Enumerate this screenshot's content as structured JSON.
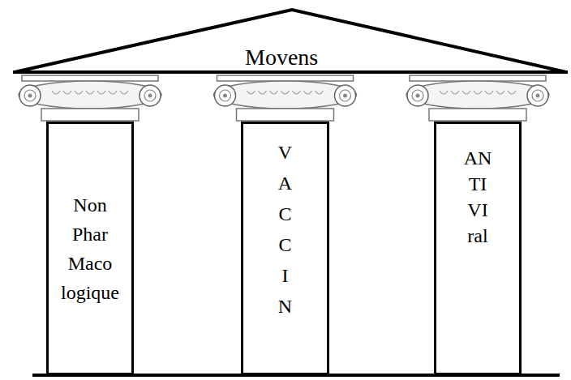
{
  "diagram": {
    "title": "Movens",
    "nodes": [
      {
        "text": [
          "Non Phar Maco logique"
        ]
      },
      {
        "text": [
          "V A C C I N"
        ]
      },
      {
        "text": [
          "AN TI VI ral"
        ]
      }
    ]
  }
}
